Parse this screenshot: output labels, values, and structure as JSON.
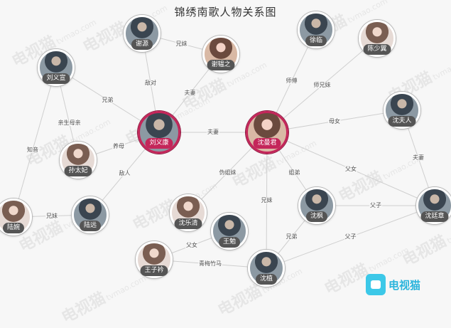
{
  "title": "锦绣南歌人物关系图",
  "watermark": {
    "cn": "电视猫",
    "url": "tvmao.com"
  },
  "logo": {
    "text": "电视猫",
    "color": "#2ab4dc"
  },
  "colors": {
    "main_node": "#c4265a",
    "node_label": "#555555",
    "edge": "#cfcfcf"
  },
  "people": [
    {
      "id": "xieyuan",
      "name": "谢源"
    },
    {
      "id": "xieyunzhi",
      "name": "谢韫之"
    },
    {
      "id": "xulin",
      "name": "徐临"
    },
    {
      "id": "chenshaoyi",
      "name": "陈少翼"
    },
    {
      "id": "liuyixuan",
      "name": "刘义宣"
    },
    {
      "id": "liuyikang",
      "name": "刘义康",
      "main": true
    },
    {
      "id": "shenmanjun",
      "name": "沈曼君",
      "main": true
    },
    {
      "id": "shenfuren",
      "name": "沈夫人"
    },
    {
      "id": "suntaifei",
      "name": "孙太妃"
    },
    {
      "id": "luwan",
      "name": "陆婉"
    },
    {
      "id": "luyuan",
      "name": "陆远"
    },
    {
      "id": "shenleqing",
      "name": "沈乐清"
    },
    {
      "id": "wangyuan",
      "name": "王勉"
    },
    {
      "id": "shenfeng",
      "name": "沈枫"
    },
    {
      "id": "shentingzhang",
      "name": "沈廷章"
    },
    {
      "id": "wangziling",
      "name": "王子衿"
    },
    {
      "id": "shenzhi",
      "name": "沈植"
    }
  ],
  "relations": [
    {
      "from": "xieyuan",
      "to": "xieyunzhi",
      "label": "兄妹"
    },
    {
      "from": "xieyuan",
      "to": "liuyikang",
      "label": "敌对"
    },
    {
      "from": "xieyunzhi",
      "to": "liuyikang",
      "label": "夫妻"
    },
    {
      "from": "liuyixuan",
      "to": "liuyikang",
      "label": "兄弟"
    },
    {
      "from": "liuyixuan",
      "to": "suntaifei",
      "label": "亲生母亲"
    },
    {
      "from": "liuyixuan",
      "to": "luwan",
      "label": "知音"
    },
    {
      "from": "suntaifei",
      "to": "liuyikang",
      "label": "养母"
    },
    {
      "from": "luyuan",
      "to": "liuyikang",
      "label": "敌人"
    },
    {
      "from": "luwan",
      "to": "luyuan",
      "label": "兄妹"
    },
    {
      "from": "liuyikang",
      "to": "shenmanjun",
      "label": "夫妻"
    },
    {
      "from": "xulin",
      "to": "shenmanjun",
      "label": "师傅"
    },
    {
      "from": "chenshaoyi",
      "to": "shenmanjun",
      "label": "师兄妹"
    },
    {
      "from": "shenfuren",
      "to": "shenmanjun",
      "label": "母女"
    },
    {
      "from": "shenfuren",
      "to": "shentingzhang",
      "label": "夫妻"
    },
    {
      "from": "shenmanjun",
      "to": "shenleqing",
      "label": "伪姐妹"
    },
    {
      "from": "shenmanjun",
      "to": "shenfeng",
      "label": "姐弟"
    },
    {
      "from": "shenmanjun",
      "to": "shenzhi",
      "label": "兄妹"
    },
    {
      "from": "shenmanjun",
      "to": "shentingzhang",
      "label": "父女"
    },
    {
      "from": "shenfeng",
      "to": "shentingzhang",
      "label": "父子"
    },
    {
      "from": "shenfeng",
      "to": "shenzhi",
      "label": "兄弟"
    },
    {
      "from": "shenzhi",
      "to": "shentingzhang",
      "label": "父子"
    },
    {
      "from": "wangyuan",
      "to": "wangziling",
      "label": "父女"
    },
    {
      "from": "wangziling",
      "to": "shenzhi",
      "label": "青梅竹马"
    }
  ]
}
